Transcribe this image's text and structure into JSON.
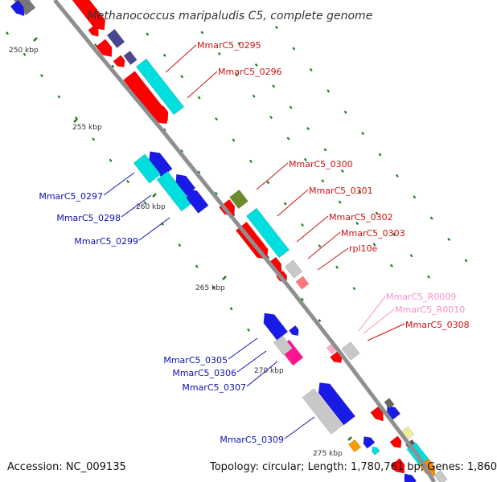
{
  "title": "Methanococcus maripaludis C5, complete genome",
  "colors": {
    "forward": "#ff0000",
    "reverse": "#1a1ae6",
    "rna": "#00dede",
    "grey": "#c8c8c8",
    "olive": "#6b8c2a",
    "pink": "#ff1493",
    "light_pink": "#ff99cc",
    "purple": "#484890",
    "orange": "#ff9900",
    "tick": "#1f7f1f",
    "forward_label": "#d01010",
    "reverse_label": "#1010b0",
    "pale_label": "#ff8fc8"
  },
  "kbp_ticks": [
    "250 kbp",
    "255 kbp",
    "260 kbp",
    "265 kbp",
    "270 kbp",
    "275 kbp"
  ],
  "gene_labels": [
    {
      "text": "MmarC5_0295",
      "strand": "forward"
    },
    {
      "text": "MmarC5_0296",
      "strand": "forward"
    },
    {
      "text": "MmarC5_0297",
      "strand": "reverse"
    },
    {
      "text": "MmarC5_0298",
      "strand": "reverse"
    },
    {
      "text": "MmarC5_0299",
      "strand": "reverse"
    },
    {
      "text": "MmarC5_0300",
      "strand": "forward"
    },
    {
      "text": "MmarC5_0301",
      "strand": "forward"
    },
    {
      "text": "MmarC5_0302",
      "strand": "forward"
    },
    {
      "text": "MmarC5_0303",
      "strand": "forward"
    },
    {
      "text": "rpl10e",
      "strand": "forward"
    },
    {
      "text": "MmarC5_R0009",
      "strand": "pale"
    },
    {
      "text": "MmarC5_R0010",
      "strand": "pale"
    },
    {
      "text": "MmarC5_0308",
      "strand": "forward"
    },
    {
      "text": "MmarC5_0305",
      "strand": "reverse"
    },
    {
      "text": "MmarC5_0306",
      "strand": "reverse"
    },
    {
      "text": "MmarC5_0307",
      "strand": "reverse"
    },
    {
      "text": "MmarC5_0309",
      "strand": "reverse"
    }
  ],
  "footer": {
    "accession": "Accession: NC_009135",
    "summary": "Topology: circular; Length: 1,780,761 bp; Genes: 1,860"
  }
}
